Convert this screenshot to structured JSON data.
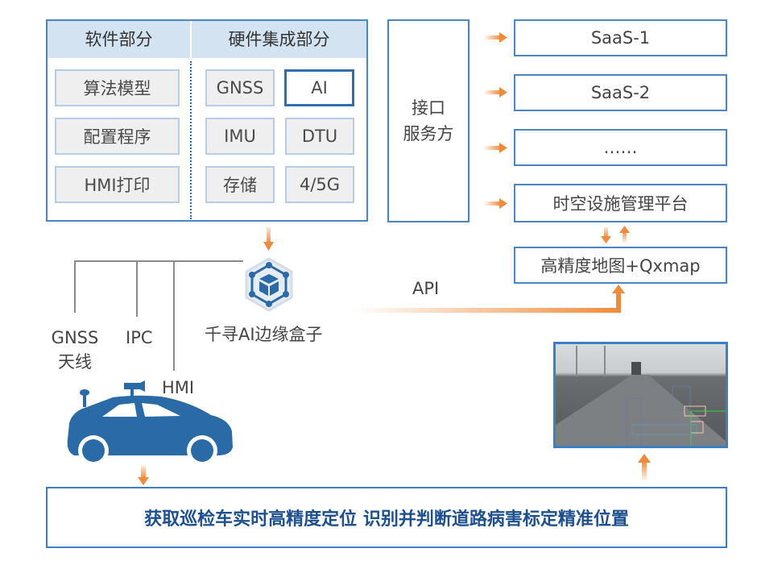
{
  "software": {
    "title": "软件部分",
    "items": [
      "算法模型",
      "配置程序",
      "HMI打印"
    ]
  },
  "hardware": {
    "title": "硬件集成部分",
    "items": [
      "GNSS",
      "AI",
      "IMU",
      "DTU",
      "存储",
      "4/5G"
    ],
    "selected": "AI"
  },
  "interface": {
    "line1": "接口",
    "line2": "服务方"
  },
  "services": [
    "SaaS-1",
    "SaaS-2",
    "……",
    "时空设施管理平台"
  ],
  "map_box": "高精度地图+Qxmap",
  "api_label": "API",
  "edge_box": "千寻AI边缘盒子",
  "devices": {
    "gnss": "GNSS",
    "gnss2": "天线",
    "ipc": "IPC",
    "hmi": "HMI"
  },
  "bottom_bar": "获取巡检车实时高精度定位 识别并判断道路病害标定精准位置",
  "colors": {
    "blue": "#2e6db0",
    "orange": "#f08a3c",
    "header": "#d3e3f1",
    "car": "#2a6aa6"
  }
}
